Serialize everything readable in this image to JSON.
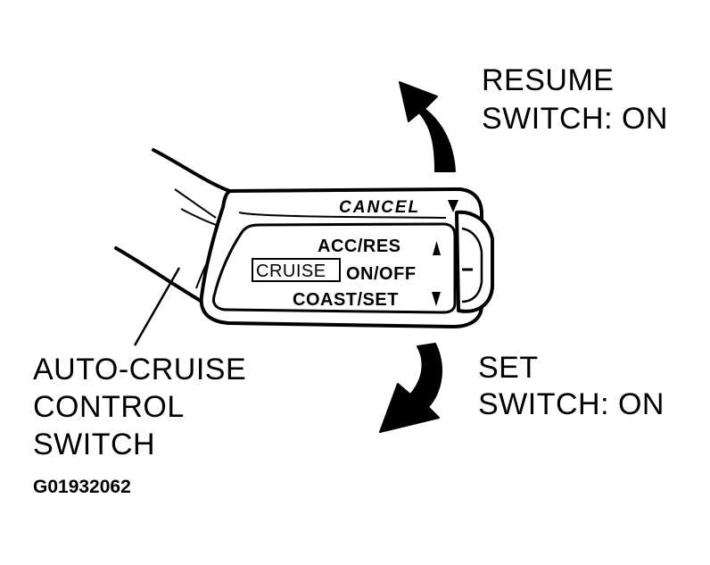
{
  "switch_face": {
    "cancel": "CANCEL",
    "acc_res": "ACC/RES",
    "cruise": "CRUISE",
    "on_off": "ON/OFF",
    "coast_set": "COAST/SET"
  },
  "callouts": {
    "resume_line1": "RESUME",
    "resume_line2": "SWITCH: ON",
    "set_line1": "SET",
    "set_line2": "SWITCH: ON",
    "auto_line1": "AUTO-CRUISE",
    "auto_line2": "CONTROL",
    "auto_line3": "SWITCH"
  },
  "figure_code": "G01932062"
}
